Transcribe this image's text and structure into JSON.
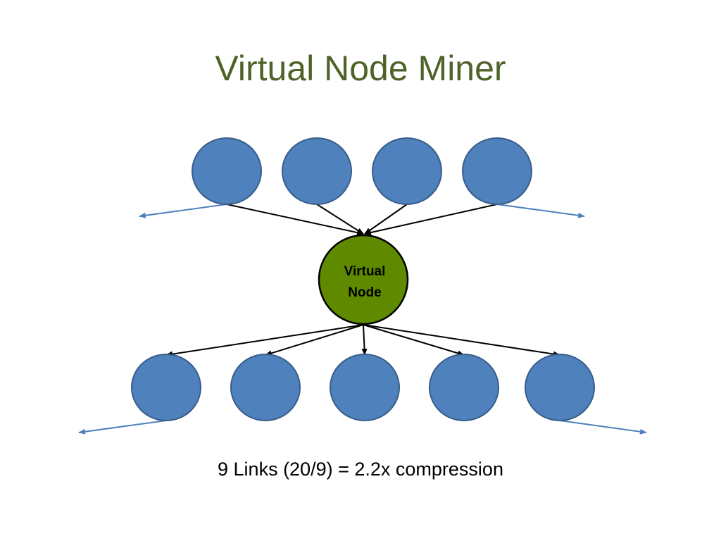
{
  "slide": {
    "title": "Virtual Node Miner",
    "caption": "9 Links (20/9) = 2.2x compression"
  },
  "diagram": {
    "virtual_node": {
      "label_line1": "Virtual",
      "label_line2": "Node",
      "fill": "#5f8a00"
    },
    "colors": {
      "title": "#4f6228",
      "node_fill": "#4f81bd",
      "node_stroke": "#385d8a",
      "edge": "#000000",
      "external_edge": "#4f81bd"
    }
  }
}
